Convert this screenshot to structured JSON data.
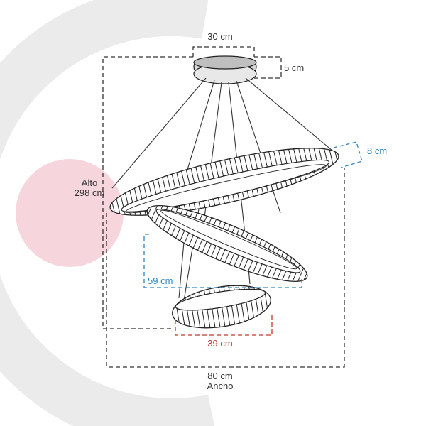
{
  "colors": {
    "background_arc": "#ebebeb",
    "pink_circle": "#f6d5dc",
    "outline": "#222222",
    "ceiling_plate": "#cfcfcf",
    "dim_black": "#333333",
    "dim_blue": "#2e86c1",
    "dim_red": "#c0392b"
  },
  "dimensions": {
    "canopy_width": "30 cm",
    "canopy_height": "5 cm",
    "ring_thickness": "8 cm",
    "height_label": "Alto",
    "height_value": "298 cm",
    "middle_ring": "59 cm",
    "small_ring": "39 cm",
    "width_value": "80 cm",
    "width_label": "Ancho"
  }
}
